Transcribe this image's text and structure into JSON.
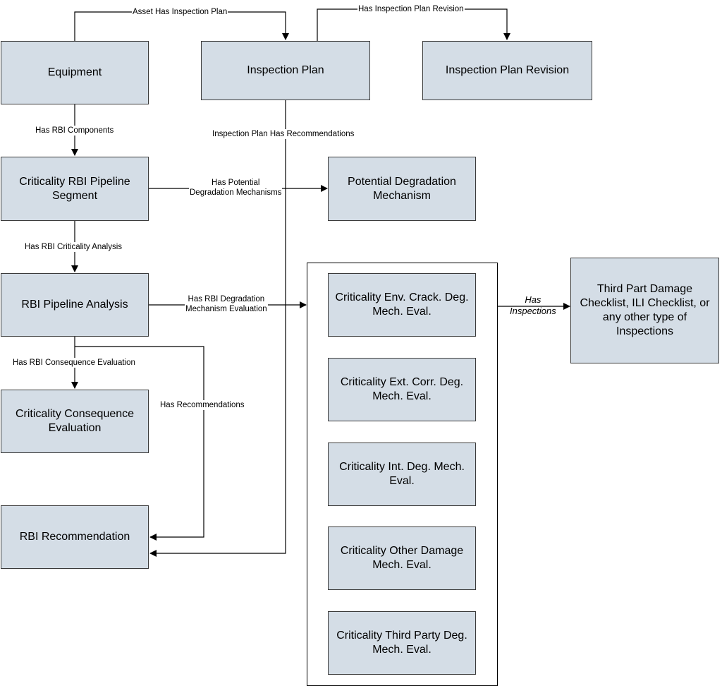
{
  "nodes": {
    "equipment": "Equipment",
    "inspection_plan": "Inspection Plan",
    "inspection_plan_revision": "Inspection Plan Revision",
    "criticality_rbi_pipeline_segment": "Criticality RBI Pipeline Segment",
    "potential_degradation_mechanism": "Potential Degradation Mechanism",
    "rbi_pipeline_analysis": "RBI Pipeline Analysis",
    "criticality_consequence_evaluation": "Criticality Consequence Evaluation",
    "rbi_recommendation": "RBI Recommendation",
    "env_crack": "Criticality Env. Crack. Deg. Mech. Eval.",
    "ext_corr": "Criticality Ext. Corr. Deg. Mech. Eval.",
    "int_deg": "Criticality Int. Deg. Mech. Eval.",
    "other_damage": "Criticality Other Damage Mech. Eval.",
    "third_party": "Criticality Third Party Deg. Mech. Eval.",
    "third_part_damage": "Third Part Damage Checklist, ILI Checklist, or any other type of Inspections"
  },
  "edges": {
    "asset_has_inspection_plan": "Asset Has Inspection Plan",
    "has_inspection_plan_revision": "Has Inspection Plan Revision",
    "has_rbi_components": "Has RBI Components",
    "inspection_plan_has_recommendations": "Inspection Plan Has Recommendations",
    "has_potential_degradation_mechanisms_1": "Has Potential",
    "has_potential_degradation_mechanisms_2": "Degradation Mechanisms",
    "has_rbi_criticality_analysis": "Has RBI Criticality Analysis",
    "has_rbi_degradation_mechanism_evaluation_1": "Has RBI Degradation",
    "has_rbi_degradation_mechanism_evaluation_2": "Mechanism Evaluation",
    "has_rbi_consequence_evaluation": "Has RBI Consequence Evaluation",
    "has_recommendations": "Has Recommendations",
    "has_inspections_1": "Has",
    "has_inspections_2": "Inspections"
  },
  "colors": {
    "node_fill": "#d4dde6",
    "node_border": "#3a3a3a",
    "line": "#000000"
  }
}
